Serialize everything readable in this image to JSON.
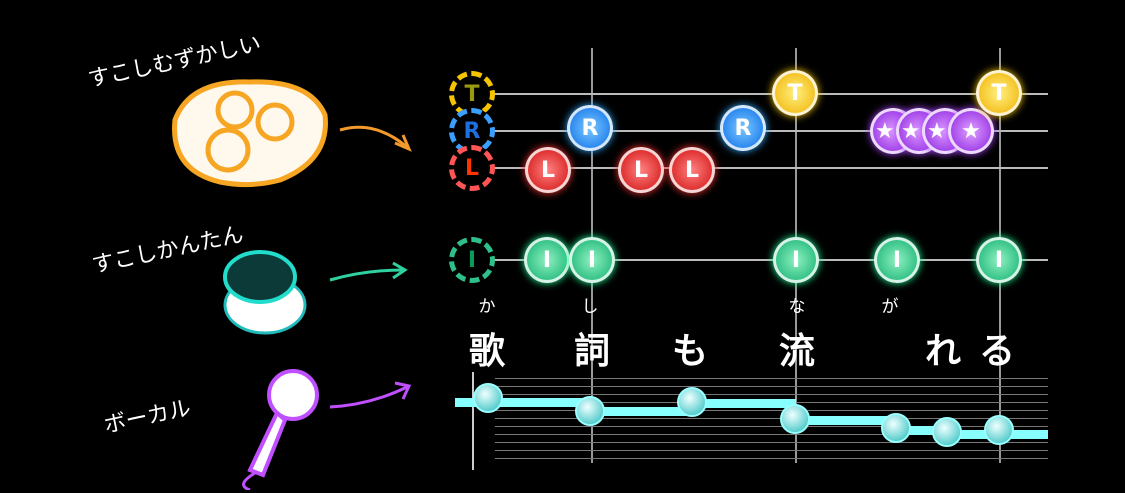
{
  "labels": {
    "hard": "すこしむずかしい",
    "easy": "すこしかんたん",
    "vocal": "ボーカル"
  },
  "lanes": [
    {
      "key": "T",
      "color": "#f5c400"
    },
    {
      "key": "R",
      "color": "#1e90ff"
    },
    {
      "key": "L",
      "color": "#ff3b3b"
    },
    {
      "key": "I",
      "color": "#1fd18a"
    }
  ],
  "notes": {
    "L": "L",
    "R": "R",
    "T": "T",
    "I": "I",
    "star": "★"
  },
  "lyrics": {
    "ruby": [
      "か",
      "し",
      "な",
      "が"
    ],
    "text": [
      "歌",
      "詞",
      "も",
      "流",
      "れ",
      "る"
    ]
  },
  "colors": {
    "vocal_line": "#88ffff",
    "star": "#a040ff",
    "orange_arrow": "#f39a2c",
    "teal_arrow": "#2fd1a0",
    "purple_arrow": "#c050ff"
  }
}
